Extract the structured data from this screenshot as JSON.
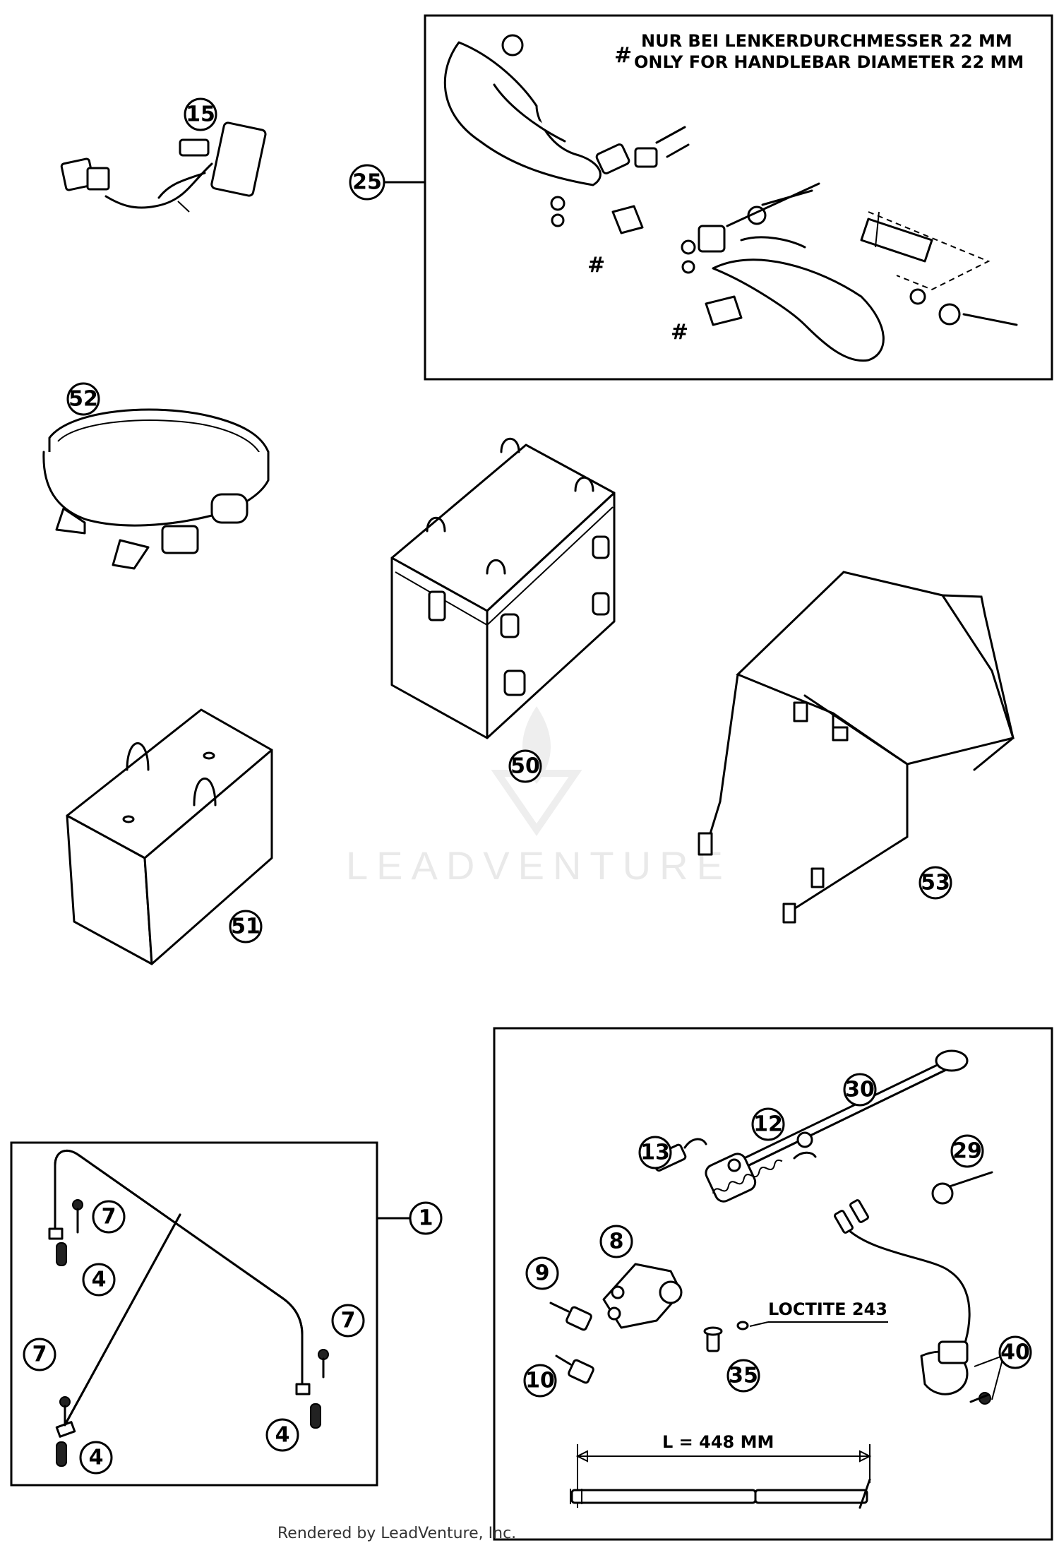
{
  "callouts": {
    "c15": "15",
    "c25": "25",
    "c52": "52",
    "c50": "50",
    "c51": "51",
    "c53": "53",
    "c1": "1",
    "c7a": "7",
    "c4a": "4",
    "c7b": "7",
    "c7c": "7",
    "c4b": "4",
    "c4c": "4",
    "c30": "30",
    "c12": "12",
    "c13": "13",
    "c29": "29",
    "c8": "8",
    "c9": "9",
    "c10": "10",
    "c35": "35",
    "c40": "40"
  },
  "notes": {
    "handguard_line1": "NUR BEI LENKERDURCHMESSER 22 MM",
    "handguard_line2": "ONLY FOR HANDLEBAR DIAMETER 22 MM",
    "hash_symbol": "#",
    "loctite": "LOCTITE 243",
    "length": "L = 448 MM"
  },
  "watermark": "LEADVENTURE",
  "footer": "Rendered by LeadVenture, Inc."
}
